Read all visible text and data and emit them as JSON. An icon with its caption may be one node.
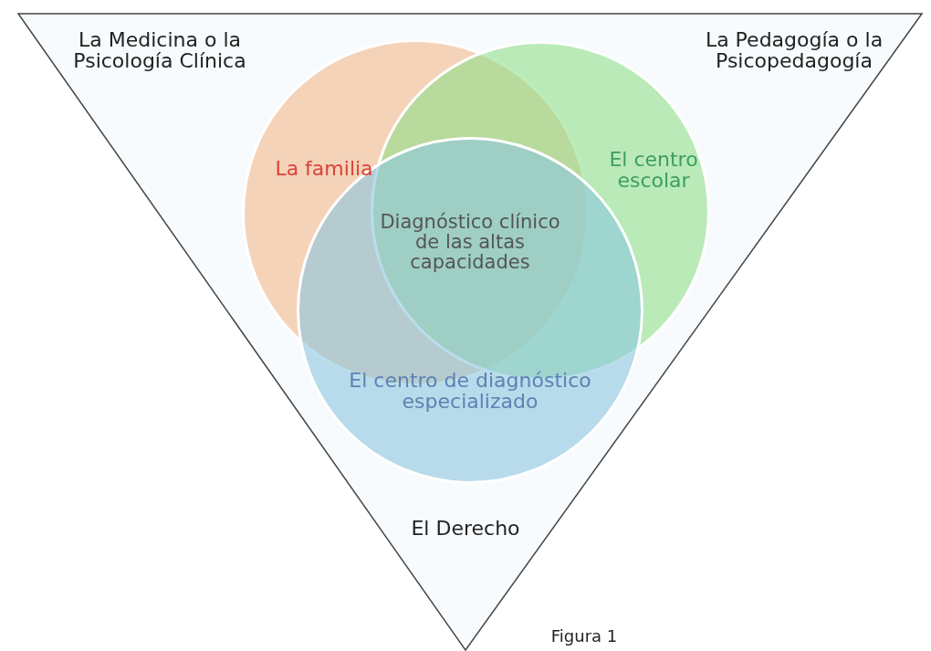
{
  "diagram": {
    "caption": "Figura 1",
    "nodes": [
      {
        "text": [
          "La Medicina o la Psicología Clínica",
          "La Pedagogía o la Psicopedagogía",
          "El Derecho"
        ]
      },
      {
        "text": [
          "La familia"
        ],
        "in": 0
      },
      {
        "text": [
          "El centro escolar"
        ],
        "in": 0
      },
      {
        "text": [
          "El centro de diagnóstico especializado"
        ],
        "in": 0
      }
    ],
    "edges": [],
    "labels": [
      "Diagnóstico clínico de las altas capacidades"
    ]
  }
}
